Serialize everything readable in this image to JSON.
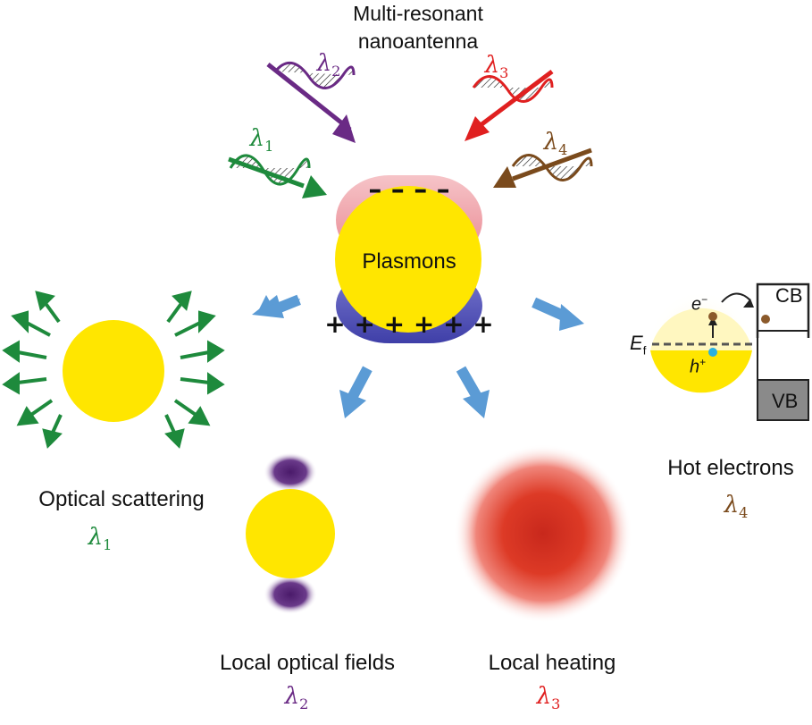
{
  "title": {
    "line1": "Multi-resonant",
    "line2": "nanoantenna"
  },
  "center_label": "Plasmons",
  "charges": {
    "negative": "– – – –",
    "positive": "+ + + + + +"
  },
  "outcomes": [
    {
      "key": "scattering",
      "label": "Optical scattering",
      "lambda": "λ",
      "sub": "1",
      "color": "#1e8a3c"
    },
    {
      "key": "fields",
      "label": "Local optical fields",
      "lambda": "λ",
      "sub": "2",
      "color": "#6a2a85"
    },
    {
      "key": "heating",
      "label": "Local heating",
      "lambda": "λ",
      "sub": "3",
      "color": "#e02020"
    },
    {
      "key": "hot",
      "label": "Hot electrons",
      "lambda": "λ",
      "sub": "4",
      "color": "#7a4a1c"
    }
  ],
  "incident": [
    {
      "lambda": "λ",
      "sub": "1",
      "color": "#1e8a3c"
    },
    {
      "lambda": "λ",
      "sub": "2",
      "color": "#6a2a85"
    },
    {
      "lambda": "λ",
      "sub": "3",
      "color": "#e02020"
    },
    {
      "lambda": "λ",
      "sub": "4",
      "color": "#7a4a1c"
    }
  ],
  "band": {
    "cb": "CB",
    "vb": "VB",
    "electron": "e",
    "electron_sup": "−",
    "hole": "h",
    "hole_sup": "+",
    "fermi": "E",
    "fermi_sub": "f"
  },
  "colors": {
    "gold": "#ffe600",
    "arrow_blue": "#5b9bd5",
    "neg_pink": "#f2a0a8",
    "pos_blue": "#5b5bbf",
    "heat_red": "#d83a26",
    "electron_brown": "#8b5a2b",
    "hole_cyan": "#2ab0e0"
  }
}
